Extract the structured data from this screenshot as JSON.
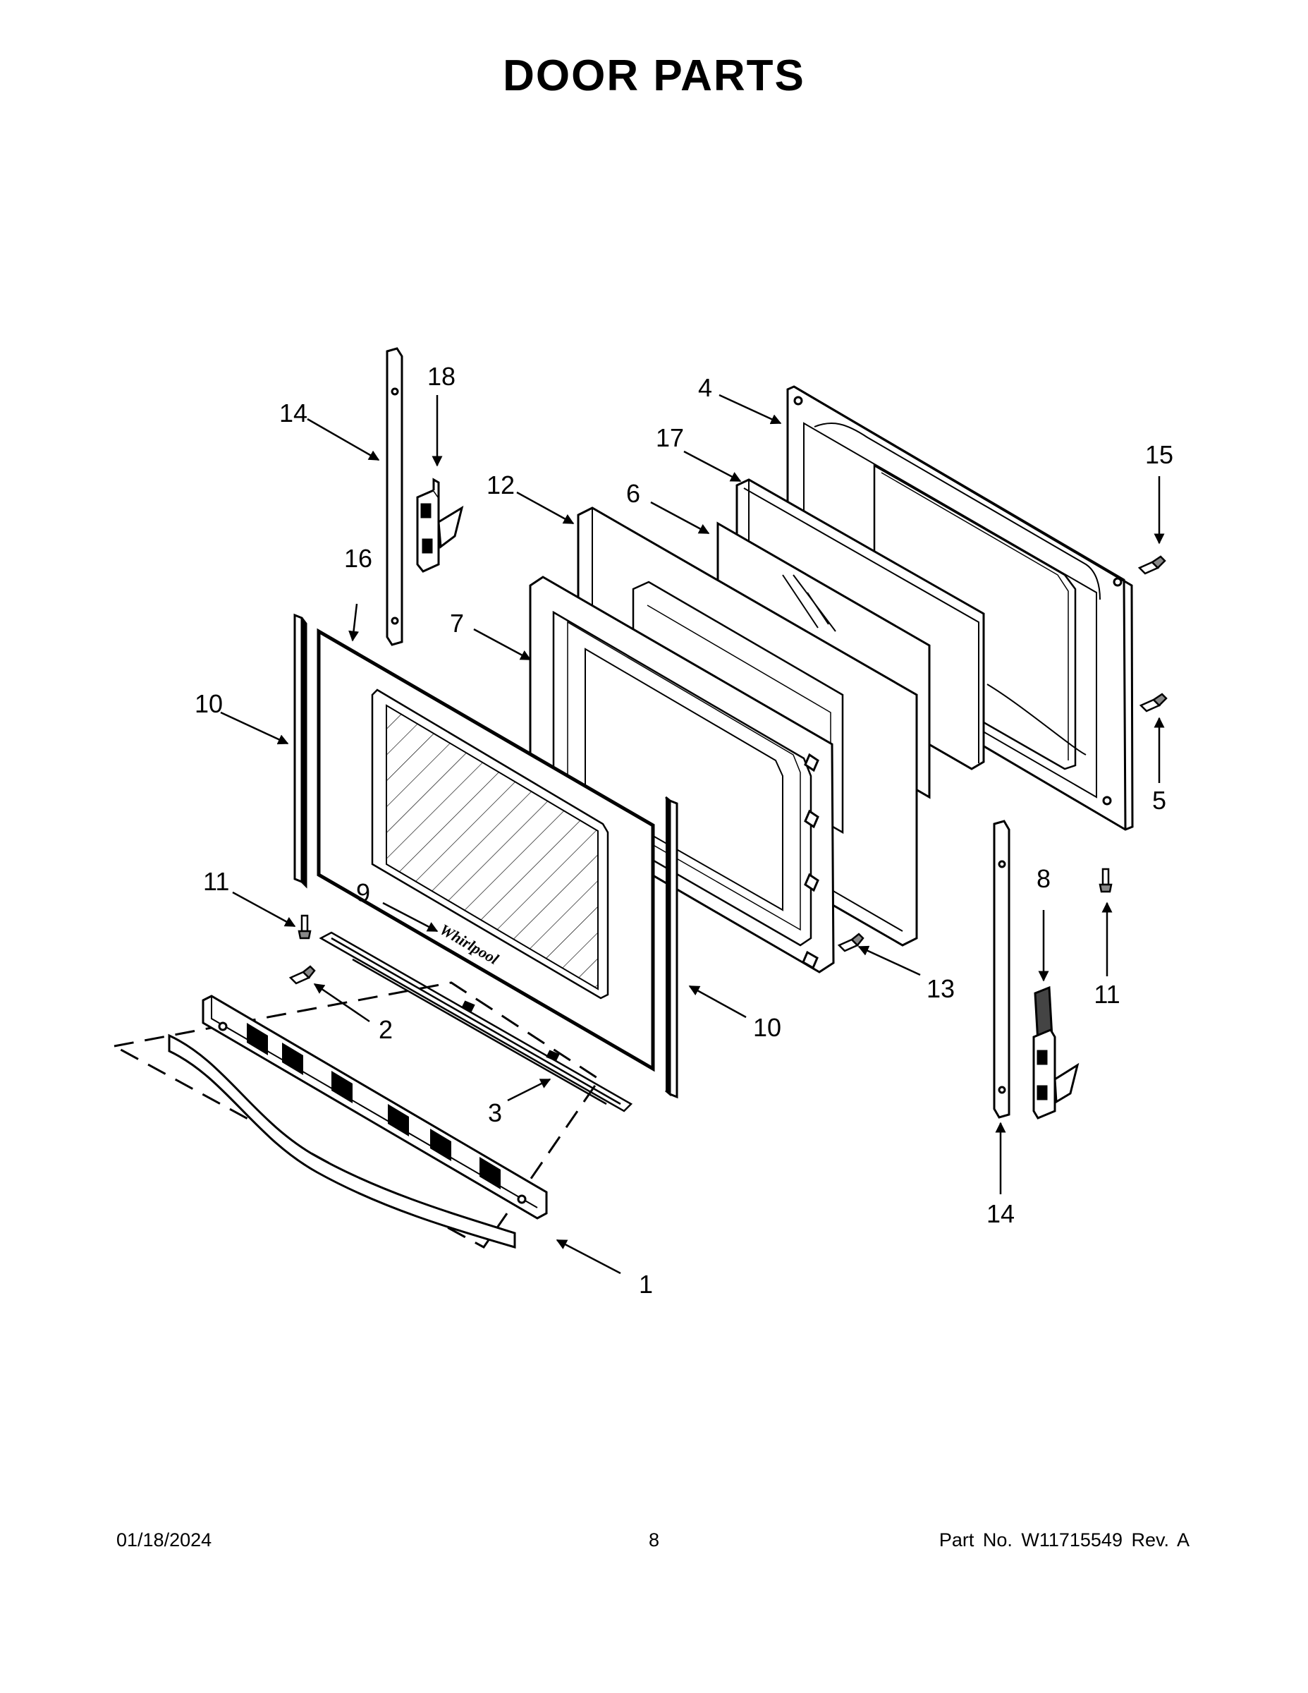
{
  "title": "DOOR PARTS",
  "callouts": {
    "c1": "1",
    "c2": "2",
    "c3": "3",
    "c4": "4",
    "c5": "5",
    "c6": "6",
    "c7": "7",
    "c8": "8",
    "c9": "9",
    "c10a": "10",
    "c10b": "10",
    "c11a": "11",
    "c11b": "11",
    "c12": "12",
    "c13": "13",
    "c14a": "14",
    "c14b": "14",
    "c15": "15",
    "c16": "16",
    "c17": "17",
    "c18": "18"
  },
  "logo_text": "Whirlpool",
  "footer": {
    "date": "01/18/2024",
    "page": "8",
    "part": "Part No.  W11715549  Rev.  A"
  }
}
